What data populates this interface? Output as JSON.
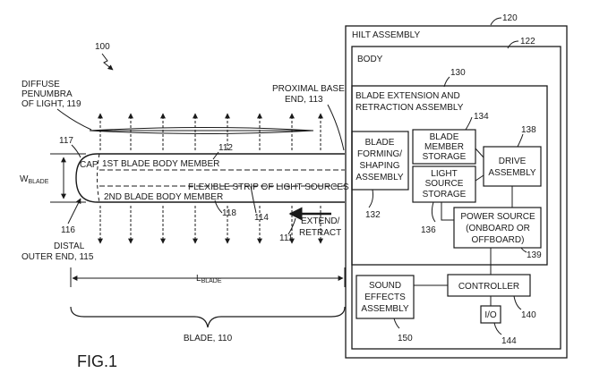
{
  "figure": {
    "ref_main": "100",
    "fig_label": "FIG.1",
    "hilt_ref": "120",
    "hilt_title": "HILT ASSEMBLY",
    "body_ref": "122",
    "body_title": "BODY",
    "blade_ext_ref": "130",
    "blade_ext_line1": "BLADE EXTENSION AND",
    "blade_ext_line2": "RETRACTION ASSEMBLY",
    "forming_lines": [
      "BLADE",
      "FORMING/",
      "SHAPING",
      "ASSEMBLY"
    ],
    "forming_ref": "132",
    "member_storage_lines": [
      "BLADE",
      "MEMBER",
      "STORAGE"
    ],
    "member_storage_ref": "134",
    "light_storage_lines": [
      "LIGHT",
      "SOURCE",
      "STORAGE"
    ],
    "light_storage_ref": "136",
    "drive_lines": [
      "DRIVE",
      "ASSEMBLY"
    ],
    "drive_ref": "138",
    "power_lines": [
      "POWER SOURCE",
      "(ONBOARD OR",
      "OFFBOARD)"
    ],
    "power_ref": "139",
    "controller": "CONTROLLER",
    "controller_ref": "140",
    "io": "I/O",
    "io_ref": "144",
    "sound_lines": [
      "SOUND",
      "EFFECTS",
      "ASSEMBLY"
    ],
    "sound_ref": "150",
    "diffuse_lines": [
      "DIFFUSE",
      "PENUMBRA",
      "OF LIGHT, 119"
    ],
    "proximal_lines": [
      "PROXIMAL BASE",
      "END, 113"
    ],
    "cap": "CAP",
    "member1": "1ST BLADE BODY MEMBER",
    "member1_ref": "112",
    "member2": "2ND BLADE BODY MEMBER",
    "strip": "FLEXIBLE STRIP OF LIGHT SOURCES",
    "ref_117": "117",
    "ref_116": "116",
    "ref_118": "118",
    "ref_114": "114",
    "ref_111": "111",
    "w_main": "W",
    "w_sub": "BLADE",
    "l_main": "L",
    "l_sub": "BLADE",
    "extend_lines": [
      "EXTEND/",
      "RETRACT"
    ],
    "distal_lines": [
      "DISTAL",
      "OUTER END, 115"
    ],
    "blade_label": "BLADE, 110"
  }
}
